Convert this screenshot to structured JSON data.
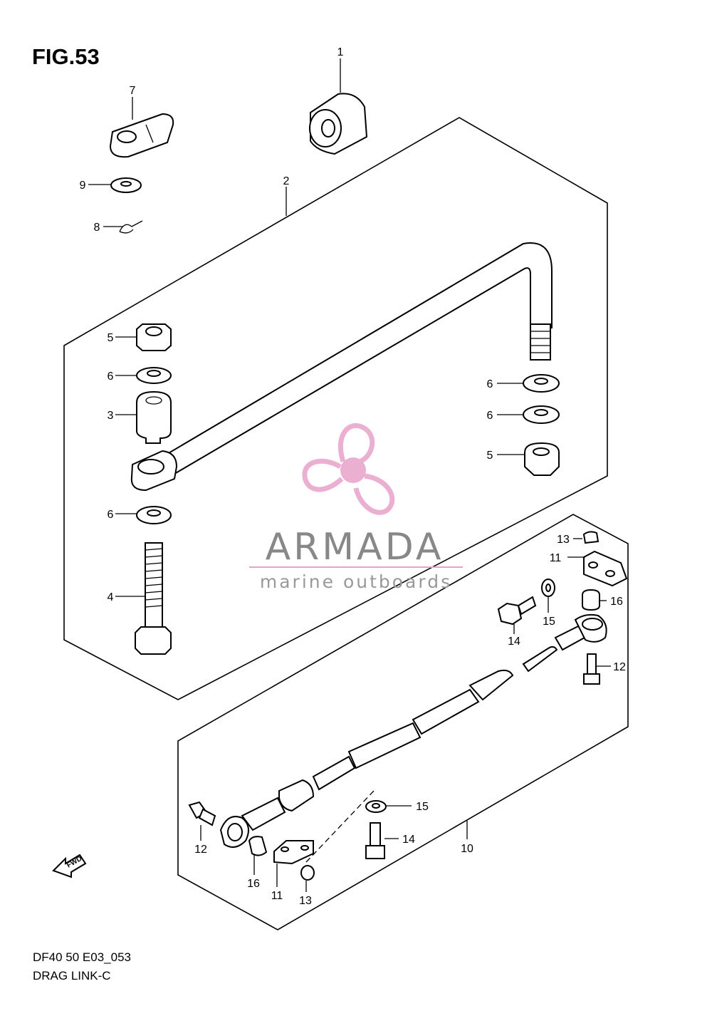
{
  "figure": {
    "title": "FIG.53",
    "code": "DF40 50 E03_053",
    "name": "DRAG LINK-C",
    "fwd_label": "FWD"
  },
  "watermark": {
    "brand": "ARMADA",
    "tagline": "marine outboards",
    "accent_color": "#e8a3c9",
    "text_color": "#8a8a8a"
  },
  "callouts": {
    "n1": "1",
    "n2": "2",
    "n3": "3",
    "n4": "4",
    "n5": "5",
    "n6": "6",
    "n7": "7",
    "n8": "8",
    "n9": "9",
    "n10": "10",
    "n11": "11",
    "n12": "12",
    "n13": "13",
    "n14": "14",
    "n15": "15",
    "n16": "16"
  }
}
